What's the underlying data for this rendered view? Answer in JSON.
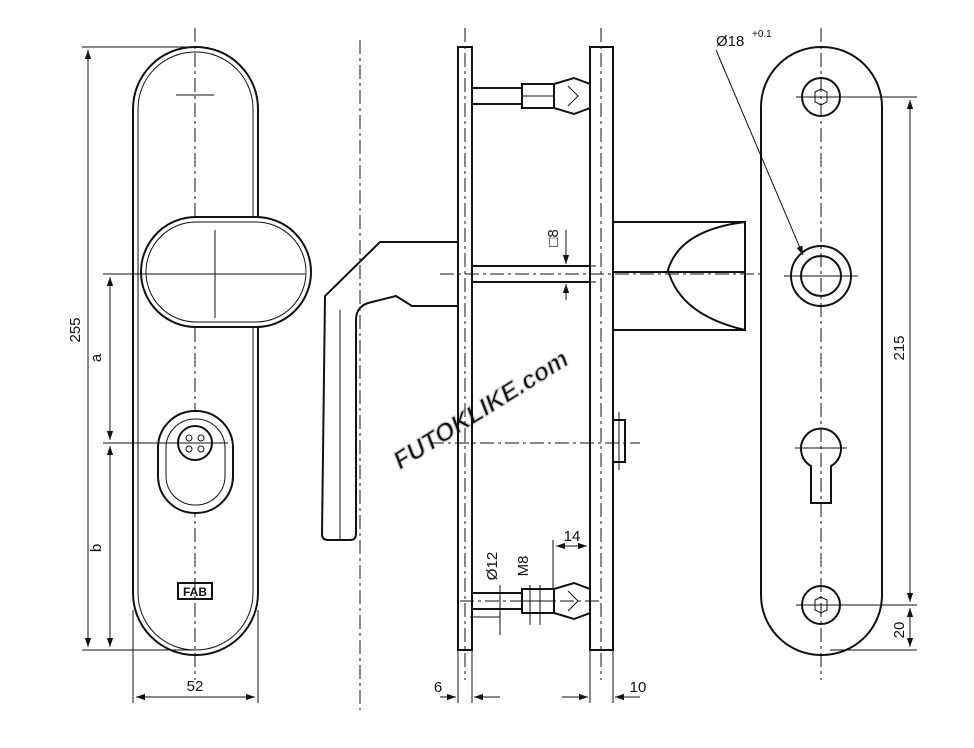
{
  "dimensions": {
    "height_total": "255",
    "width": "52",
    "label_a": "a",
    "label_b": "b",
    "screw_spacing": "215",
    "bottom_offset": "20",
    "hole_diameter": "Ø18",
    "hole_tolerance": "+0.1",
    "spindle_square": "□8",
    "bolt_diameter": "Ø12",
    "thread": "M8",
    "thread_length": "14",
    "inner_plate_thickness": "6",
    "outer_plate_thickness": "10"
  },
  "logo_text": "FAB",
  "watermark": "FUTOKLIKE.com"
}
